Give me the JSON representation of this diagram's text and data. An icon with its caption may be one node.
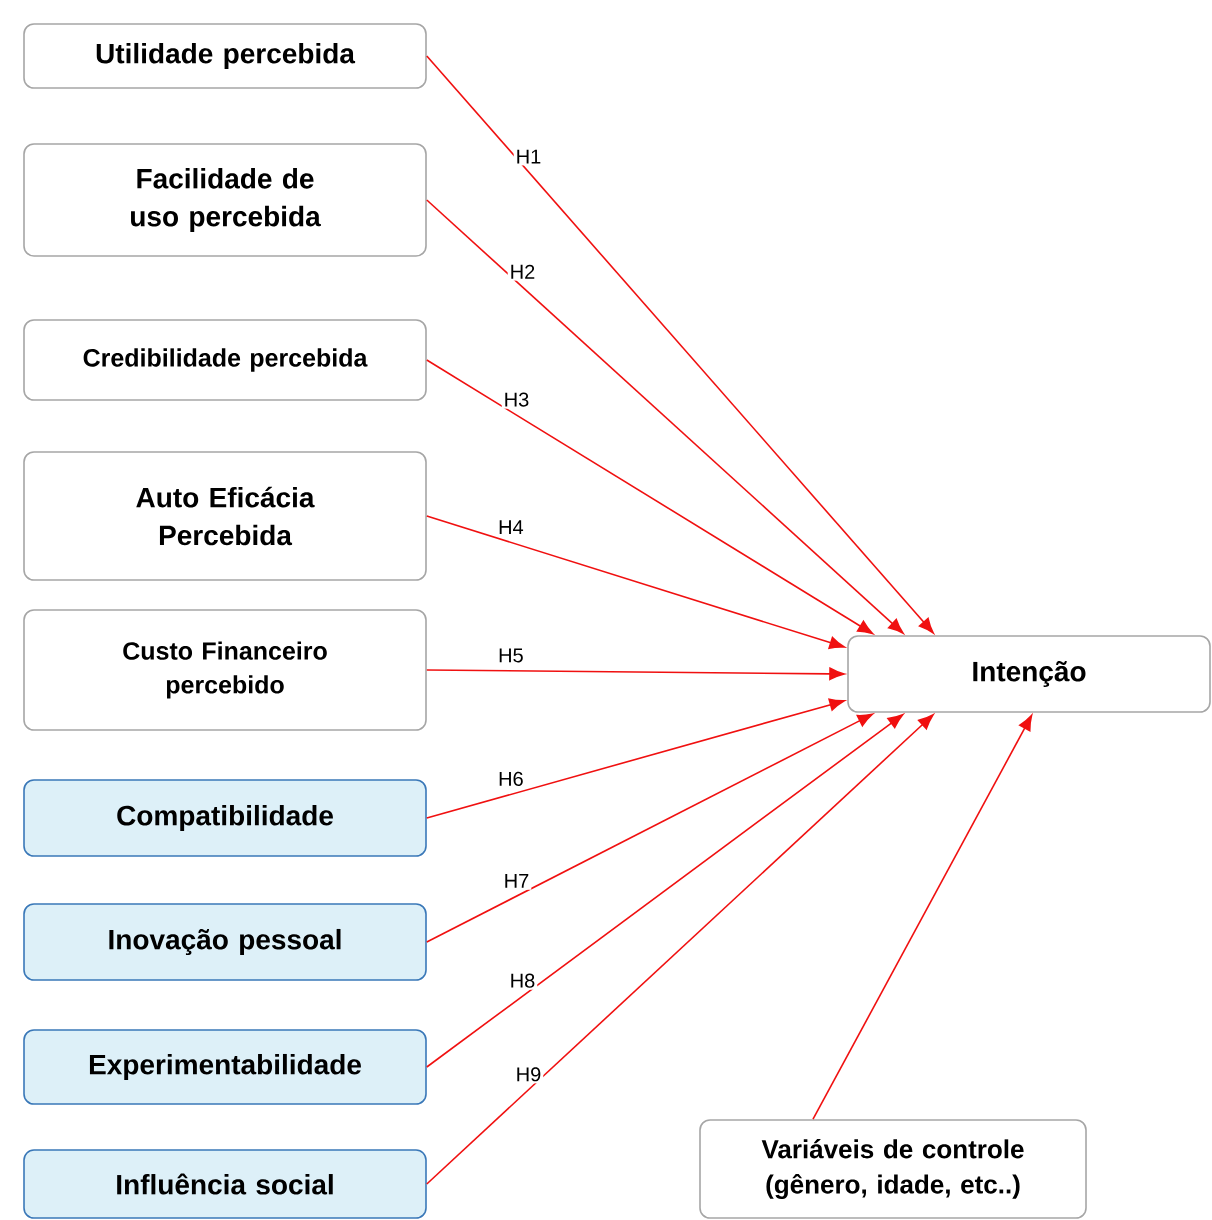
{
  "diagram": {
    "nodes": [
      {
        "text": [
          "Utilidade percebida"
        ]
      },
      {
        "text": [
          "Facilidade de uso percebida"
        ]
      },
      {
        "text": [
          "Credibilidade percebida"
        ]
      },
      {
        "text": [
          "Auto Eficácia Percebida"
        ]
      },
      {
        "text": [
          "Custo Financeiro percebido"
        ]
      },
      {
        "text": [
          "Compatibilidade"
        ]
      },
      {
        "text": [
          "Inovação pessoal"
        ]
      },
      {
        "text": [
          "Experimentabilidade"
        ]
      },
      {
        "text": [
          "Influência social"
        ]
      },
      {
        "text": [
          "Intenção"
        ]
      },
      {
        "text": [
          "Variáveis de controle (gênero, idade, etc..)"
        ]
      }
    ],
    "edges": [
      {
        "from": 0,
        "to": 9,
        "arrow": "to",
        "label": "H1"
      },
      {
        "from": 1,
        "to": 9,
        "arrow": "to",
        "label": "H2"
      },
      {
        "from": 2,
        "to": 9,
        "arrow": "to",
        "label": "H3"
      },
      {
        "from": 3,
        "to": 9,
        "arrow": "to",
        "label": "H4"
      },
      {
        "from": 4,
        "to": 9,
        "arrow": "to",
        "label": "H5"
      },
      {
        "from": 5,
        "to": 9,
        "arrow": "to",
        "label": "H6"
      },
      {
        "from": 6,
        "to": 9,
        "arrow": "to",
        "label": "H7"
      },
      {
        "from": 7,
        "to": 9,
        "arrow": "to",
        "label": "H8"
      },
      {
        "from": 8,
        "to": 9,
        "arrow": "to",
        "label": "H9"
      },
      {
        "from": 10,
        "to": 9,
        "arrow": "to"
      }
    ]
  }
}
